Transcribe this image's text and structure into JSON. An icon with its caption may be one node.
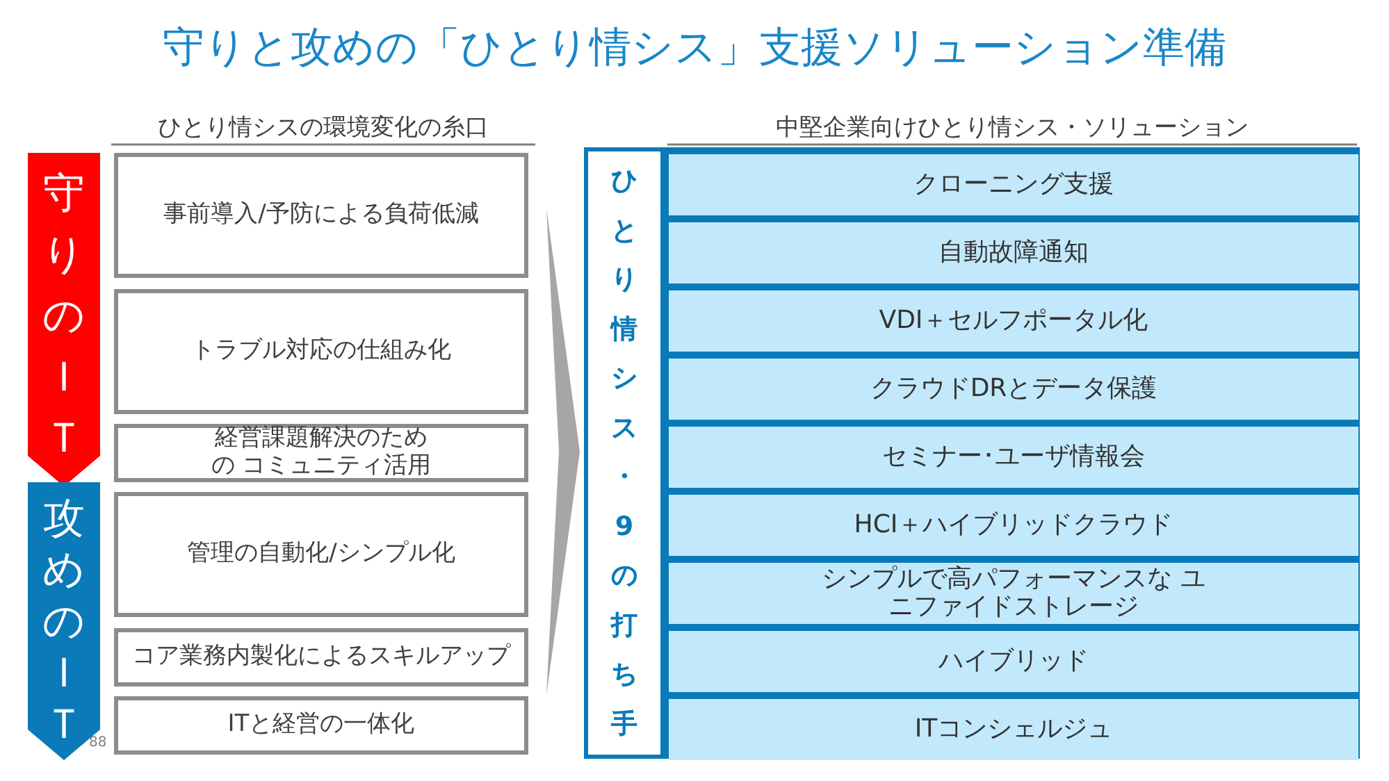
{
  "diagram": {
    "title": "守りと攻めの「ひとり情シス」支援ソリューション準備",
    "nodes": [
      {
        "text": [
          "守りのＩＴ"
        ]
      },
      {
        "text": [
          "攻めのＩＴ"
        ]
      },
      {
        "text": [
          "事前導入/予防による負荷低減"
        ]
      },
      {
        "text": [
          "トラブル対応の仕組み化"
        ]
      },
      {
        "text": [
          "経営課題解決のための コミュニティ活用"
        ]
      },
      {
        "text": [
          "管理の自動化/シンプル化"
        ]
      },
      {
        "text": [
          "コア業務内製化によるスキルアップ"
        ]
      },
      {
        "text": [
          "ITと経営の一体化"
        ]
      },
      {
        "text": [
          "ひとり情シス・9の打ち手"
        ]
      },
      {
        "text": [
          "クローニング支援"
        ],
        "in": 8
      },
      {
        "text": [
          "自動故障通知"
        ],
        "in": 8
      },
      {
        "text": [
          "VDI＋セルフポータル化"
        ],
        "in": 8
      },
      {
        "text": [
          "クラウドDRとデータ保護"
        ],
        "in": 8
      },
      {
        "text": [
          "セミナー･ユーザ情報会"
        ],
        "in": 8
      },
      {
        "text": [
          "HCI＋ハイブリッドクラウド"
        ],
        "in": 8
      },
      {
        "text": [
          "シンプルで高パフォーマンスな ユニファイドストレージ"
        ],
        "in": 8
      },
      {
        "text": [
          "ハイブリッド"
        ],
        "in": 8
      },
      {
        "text": [
          "ITコンシェルジュ"
        ],
        "in": 8
      }
    ],
    "edges": [
      {
        "from": null,
        "to": 8,
        "arrow": "to"
      }
    ],
    "labels": [
      "ひとり情シスの環境変化の糸口",
      "中堅企業向けひとり情シス・ソリューション",
      "88"
    ]
  }
}
